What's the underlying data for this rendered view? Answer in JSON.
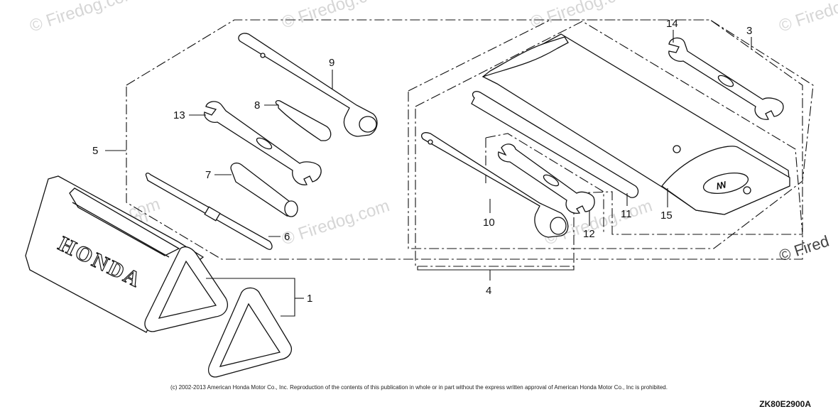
{
  "watermarks": [
    "© Firedog.com",
    "© Firedog.com",
    "© Firedog.com",
    "© Firedog.com",
    "Firedog.com",
    "© Firedog.com",
    "© Firedog.com",
    "© Firedog.com",
    "© Fired"
  ],
  "callouts": [
    "1",
    "3",
    "4",
    "5",
    "6",
    "7",
    "8",
    "9",
    "10",
    "11",
    "12",
    "13",
    "14",
    "15"
  ],
  "case_logo": "HONDA",
  "copyright": "(c) 2002-2013 American Honda Motor Co., Inc. Reproduction of the contents of this publication in whole or in part without the express written approval of American Honda Motor Co., Inc is prohibited.",
  "diagram_code": "ZK80E2900A",
  "colors": {
    "line": "#111111",
    "watermark": "#d6d6d6",
    "fill": "#ffffff"
  }
}
